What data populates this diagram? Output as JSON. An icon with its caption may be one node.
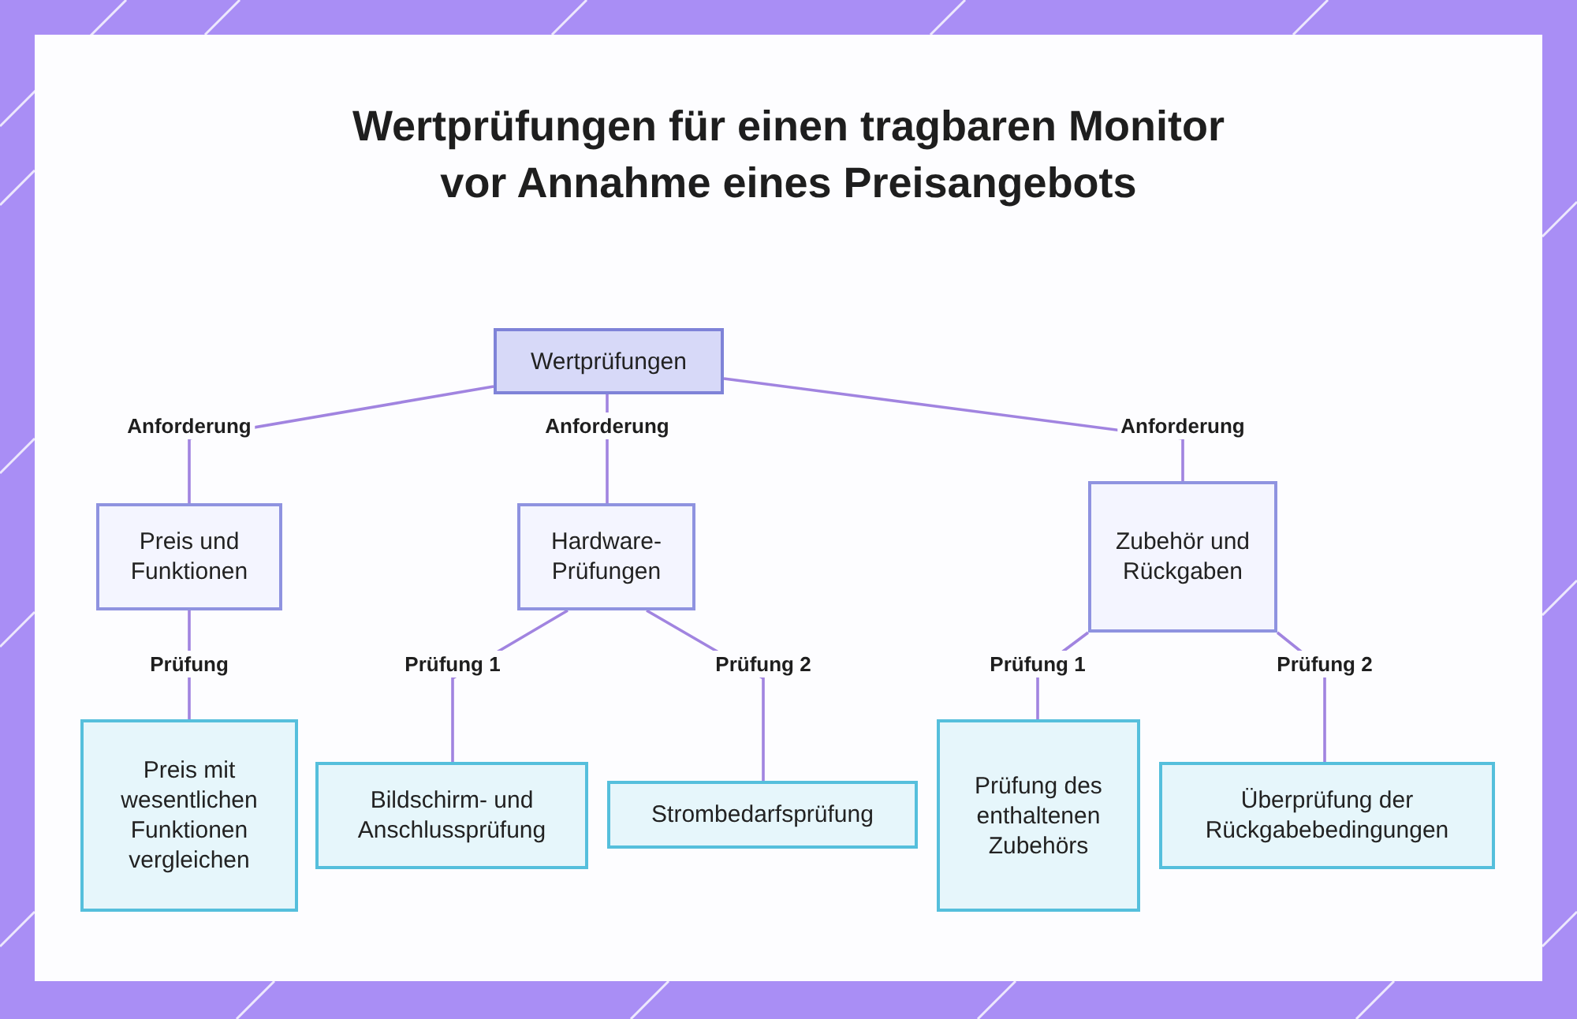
{
  "diagram": {
    "title": "Wertprüfungen für einen tragbaren Monitor vor Annahme eines Preisangebots",
    "nodes": [
      {
        "text": [
          "Wertprüfungen"
        ]
      },
      {
        "text": [
          "Preis und Funktionen"
        ]
      },
      {
        "text": [
          "Hardware-Prüfungen"
        ]
      },
      {
        "text": [
          "Zubehör und Rückgaben"
        ]
      },
      {
        "text": [
          "Preis mit wesentlichen Funktionen vergleichen"
        ]
      },
      {
        "text": [
          "Bildschirm- und Anschlussprüfung"
        ]
      },
      {
        "text": [
          "Strombedarfsprüfung"
        ]
      },
      {
        "text": [
          "Prüfung des enthaltenen Zubehörs"
        ]
      },
      {
        "text": [
          "Überprüfung der Rückgabebedingungen"
        ]
      }
    ],
    "edges": [
      {
        "from": 0,
        "to": 1,
        "arrow": "none",
        "label": "Anforderung"
      },
      {
        "from": 0,
        "to": 2,
        "arrow": "none",
        "label": "Anforderung"
      },
      {
        "from": 0,
        "to": 3,
        "arrow": "none",
        "label": "Anforderung"
      },
      {
        "from": 1,
        "to": 4,
        "arrow": "none",
        "label": "Prüfung"
      },
      {
        "from": 2,
        "to": 5,
        "arrow": "none",
        "label": "Prüfung 1"
      },
      {
        "from": 2,
        "to": 6,
        "arrow": "none",
        "label": "Prüfung 2"
      },
      {
        "from": 3,
        "to": 7,
        "arrow": "none",
        "label": "Prüfung 1"
      },
      {
        "from": 3,
        "to": 8,
        "arrow": "none",
        "label": "Prüfung 2"
      }
    ]
  }
}
